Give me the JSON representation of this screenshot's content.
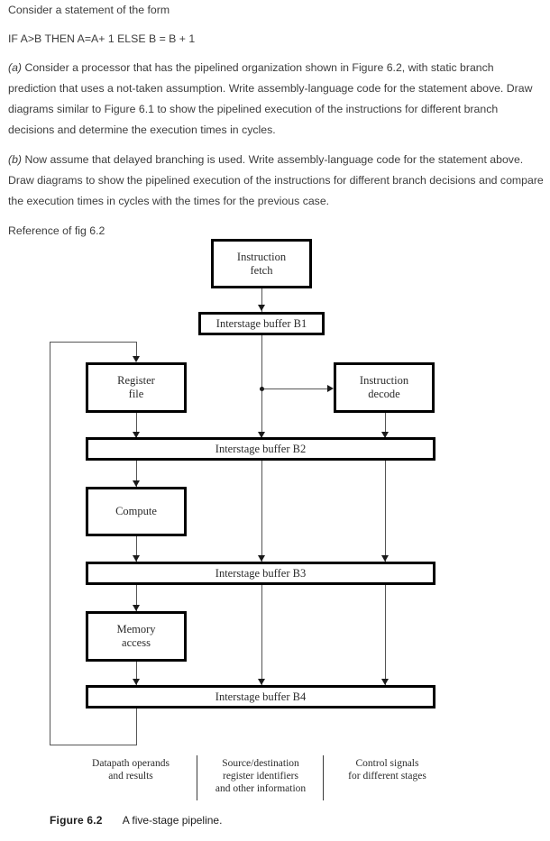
{
  "question": {
    "paragraphs": [
      "Consider a statement of the form",
      "IF A>B THEN A=A+ 1 ELSE B = B + 1",
      "(a) Consider a processor that has the pipelined organization shown in Figure 6.2, with static branch prediction that uses a not-taken assumption. Write assembly-language code for the statement above. Draw diagrams similar to Figure 6.1 to show the pipelined execution of the instructions for different branch decisions and determine the execution times in cycles.",
      "(b) Now assume that delayed branching is used. Write assembly-language code for the statement above. Draw diagrams to show the pipelined execution of the instructions for different branch decisions and compare the execution times in cycles with the times for the previous case.",
      "Reference of fig 6.2"
    ],
    "part_a_marker": "(a)",
    "part_a_body": " Consider a processor that has the pipelined organization shown in Figure 6.2, with static branch prediction that uses a not-taken assumption. Write assembly-language code for the statement above. Draw diagrams similar to Figure 6.1 to show the pipelined execution of the instructions for different branch decisions and determine the execution times in cycles.",
    "part_b_marker": "(b)",
    "part_b_body": " Now assume that delayed branching is used. Write assembly-language code for the statement above. Draw diagrams to show the pipelined execution of the instructions for different branch decisions and compare the execution times in cycles with the times for the previous case."
  },
  "figure": {
    "stages": {
      "instruction_fetch": "Instruction\nfetch",
      "instruction_fetch_line1": "Instruction",
      "instruction_fetch_line2": "fetch",
      "register_file_line1": "Register",
      "register_file_line2": "file",
      "instruction_decode_line1": "Instruction",
      "instruction_decode_line2": "decode",
      "compute": "Compute",
      "memory_access_line1": "Memory",
      "memory_access_line2": "access"
    },
    "buffers": {
      "b1": "Interstage buffer B1",
      "b2": "Interstage buffer B2",
      "b3": "Interstage buffer B3",
      "b4": "Interstage buffer B4"
    },
    "legend": {
      "col1_line1": "Datapath operands",
      "col1_line2": "and results",
      "col2_line1": "Source/destination",
      "col2_line2": "register identifiers",
      "col2_line3": "and other information",
      "col3_line1": "Control signals",
      "col3_line2": "for different stages"
    },
    "caption_label": "Figure 6.2",
    "caption_text": "A five-stage pipeline."
  },
  "colors": {
    "box_border": "#000000",
    "line": "#555555",
    "text": "#2b2b2b",
    "body_text": "#3c3c3c"
  }
}
